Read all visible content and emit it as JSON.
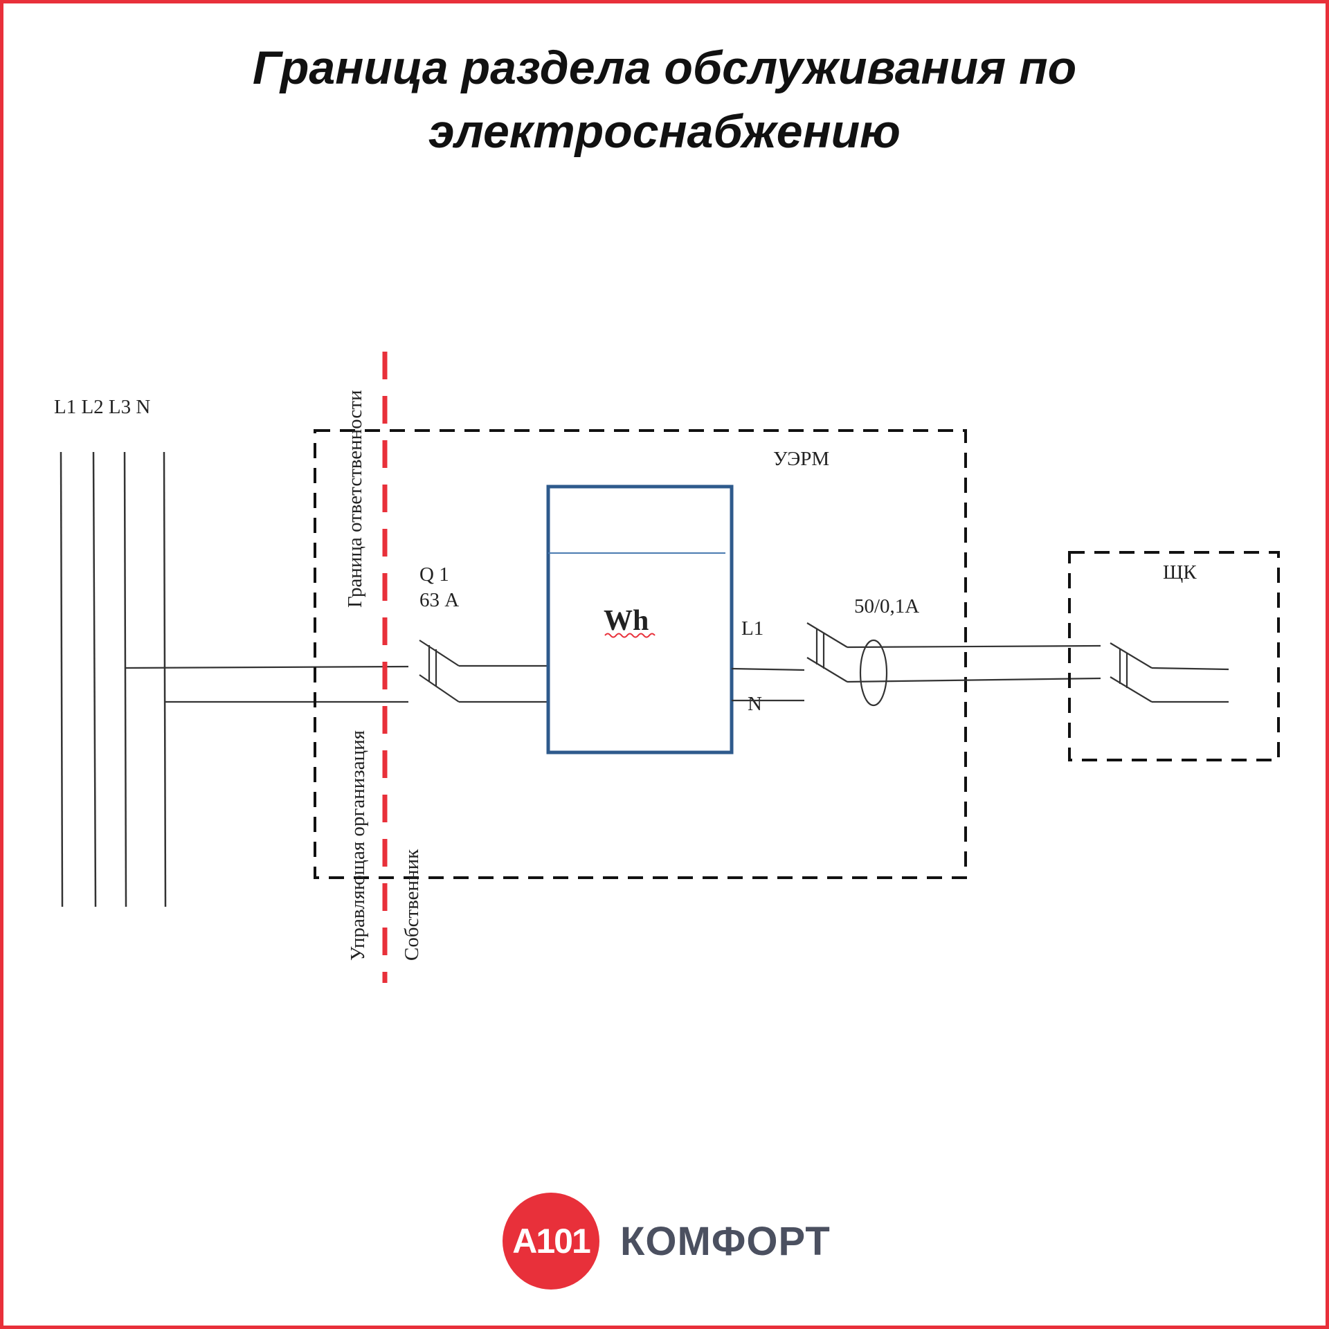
{
  "title": {
    "line1": "Граница раздела обслуживания по",
    "line2": "электроснабжению"
  },
  "labels": {
    "phases": "L1 L2 L3 N",
    "responsibility_boundary": "Граница ответственности",
    "management_org": "Управляющая организация",
    "owner": "Собственник",
    "breaker_name": "Q 1",
    "breaker_rating": "63 А",
    "meter": "Wh",
    "meter_out_l1": "L1",
    "meter_out_n": "N",
    "unit_box": "УЭРМ",
    "ct_ratio": "50/0,1А",
    "apartment_panel": "ЩК"
  },
  "logo": {
    "mark": "А101",
    "name": "КОМФОРТ"
  },
  "colors": {
    "accent": "#e8303a",
    "meter_border": "#2e5a8c",
    "logo_text": "#4b5060"
  }
}
